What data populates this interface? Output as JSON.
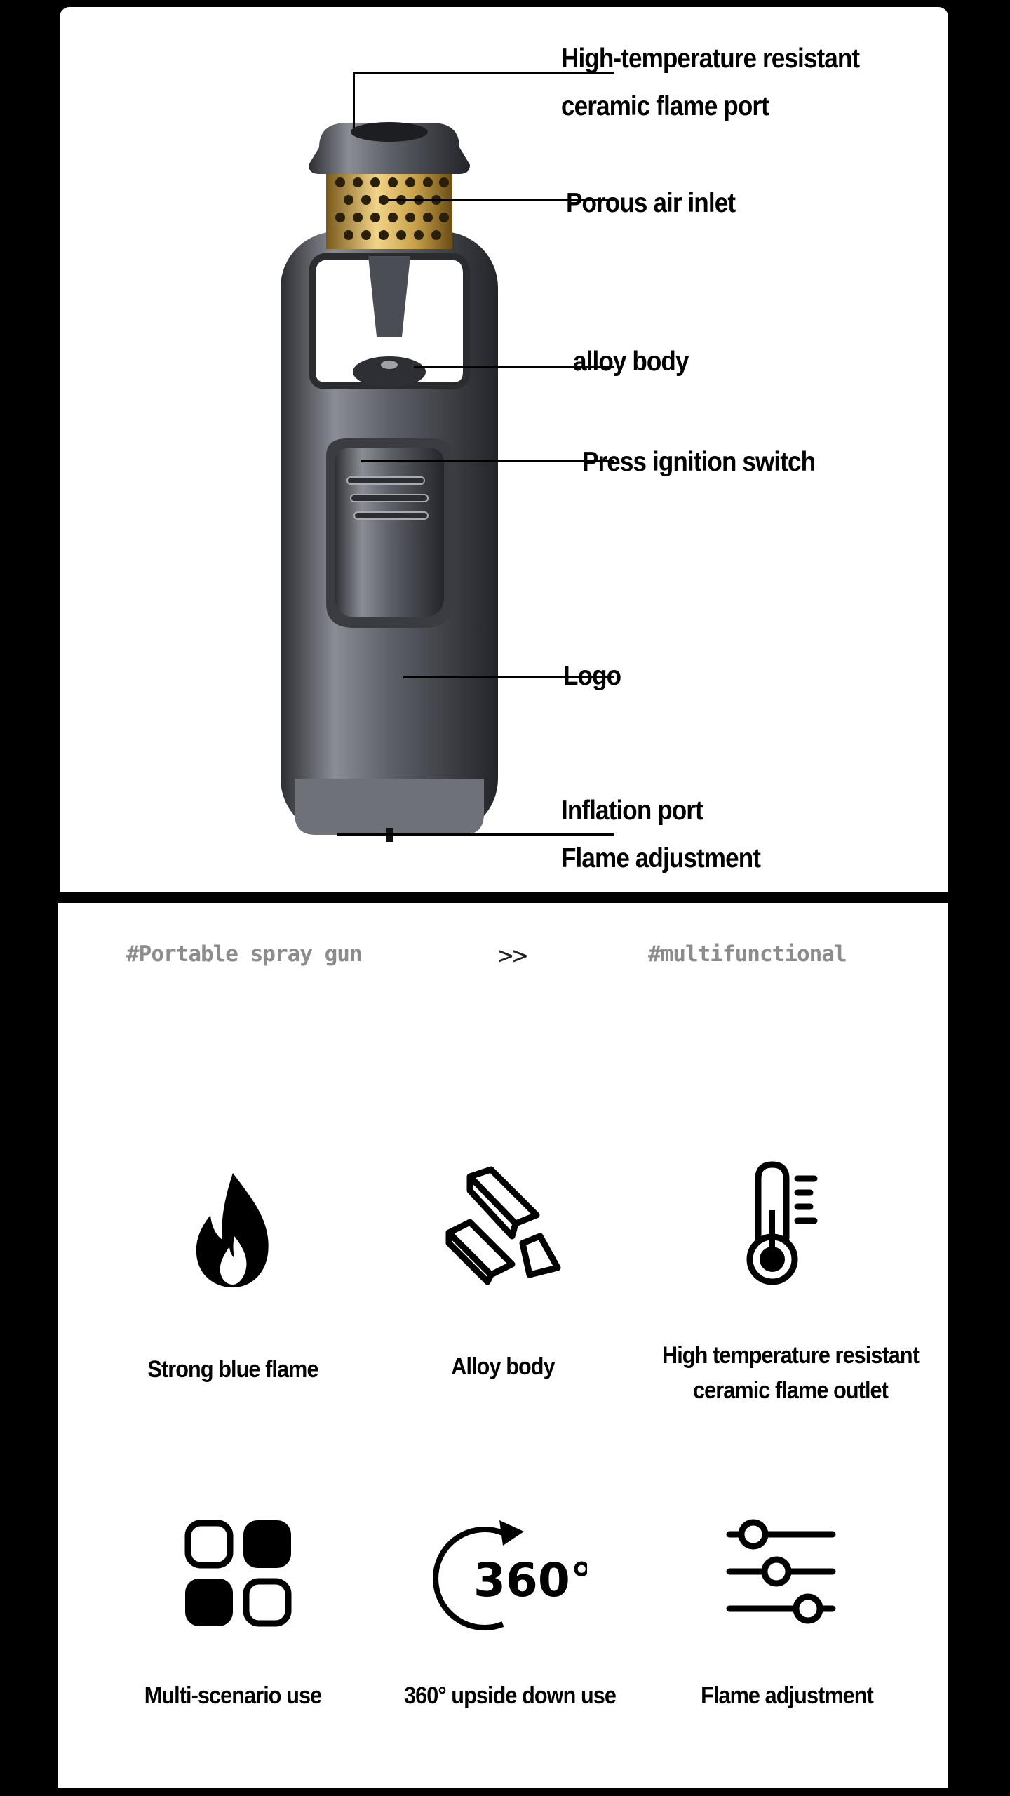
{
  "callouts": {
    "flame_port_line1": "High-temperature resistant",
    "flame_port_line2": "ceramic flame port",
    "air_inlet": "Porous air inlet",
    "alloy_body": "alloy body",
    "ignition": "Press ignition switch",
    "logo": "Logo",
    "inflation": "Inflation port",
    "flame_adjust": "Flame adjustment"
  },
  "tags": {
    "left": "#Portable spray gun",
    "arrow": ">>",
    "right": "#multifunctional"
  },
  "features": [
    {
      "label": "Strong blue flame",
      "icon": "flame-icon"
    },
    {
      "label": "Alloy body",
      "icon": "alloy-bars-icon"
    },
    {
      "label_line1": "High temperature resistant",
      "label_line2": "ceramic flame outlet",
      "icon": "thermometer-icon"
    },
    {
      "label": "Multi-scenario use",
      "icon": "grid-icon"
    },
    {
      "label": "360° upside down use",
      "icon": "rotate-360-icon",
      "icon_text": "360°"
    },
    {
      "label": "Flame adjustment",
      "icon": "sliders-icon"
    }
  ],
  "colors": {
    "background": "#000000",
    "panel": "#ffffff",
    "tag_gray": "#8c8c8c",
    "gold": "#c9a24a",
    "gunmetal": "#5c5f66"
  }
}
